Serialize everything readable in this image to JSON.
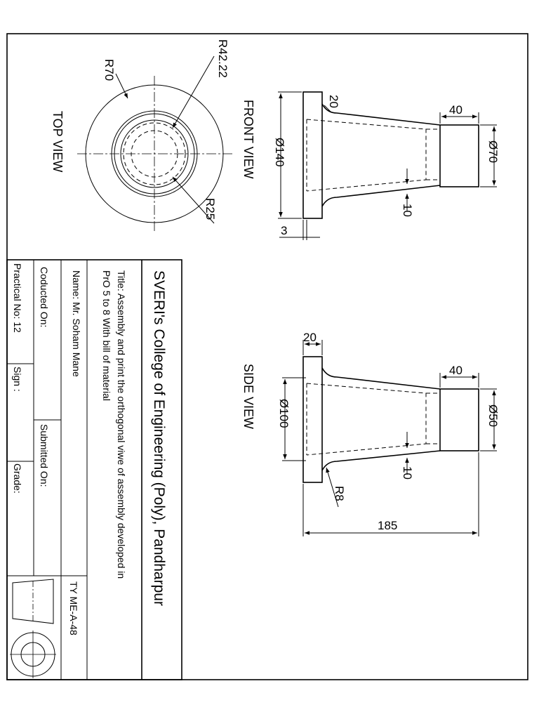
{
  "views": {
    "top": {
      "label": "TOP VIEW",
      "dims": {
        "r_outer": "R70",
        "r_mid": "R42.22",
        "r_inner": "R25"
      }
    },
    "front": {
      "label": "FRONT VIEW",
      "dims": {
        "flange_dia": "Ø140",
        "end_dia": "Ø70",
        "end_len": "40",
        "fillet": "20",
        "wall": "10",
        "flange_thk": "3"
      }
    },
    "side": {
      "label": "SIDE VIEW",
      "dims": {
        "bore_dia": "Ø100",
        "end_dia": "Ø50",
        "end_len": "40",
        "flange_thk": "20",
        "wall": "10",
        "fillet": "R8",
        "total_len": "185"
      }
    }
  },
  "title_block": {
    "college": "SVERI's College of Engineering (Poly), Pandharpur",
    "title_line1": "Title: Assembly and print the orthogonal viwe of assembly developed  in",
    "title_line2": "PrO 5 to 8 With bill of material",
    "name": "Name: Mr.  Soham Mane",
    "roll": "TY ME-A-48",
    "conducted": "Coducted On:",
    "submitted": "Submitted On:",
    "practical": "Practical No: 12",
    "sign": "Sign :",
    "grade": "Grade:"
  }
}
